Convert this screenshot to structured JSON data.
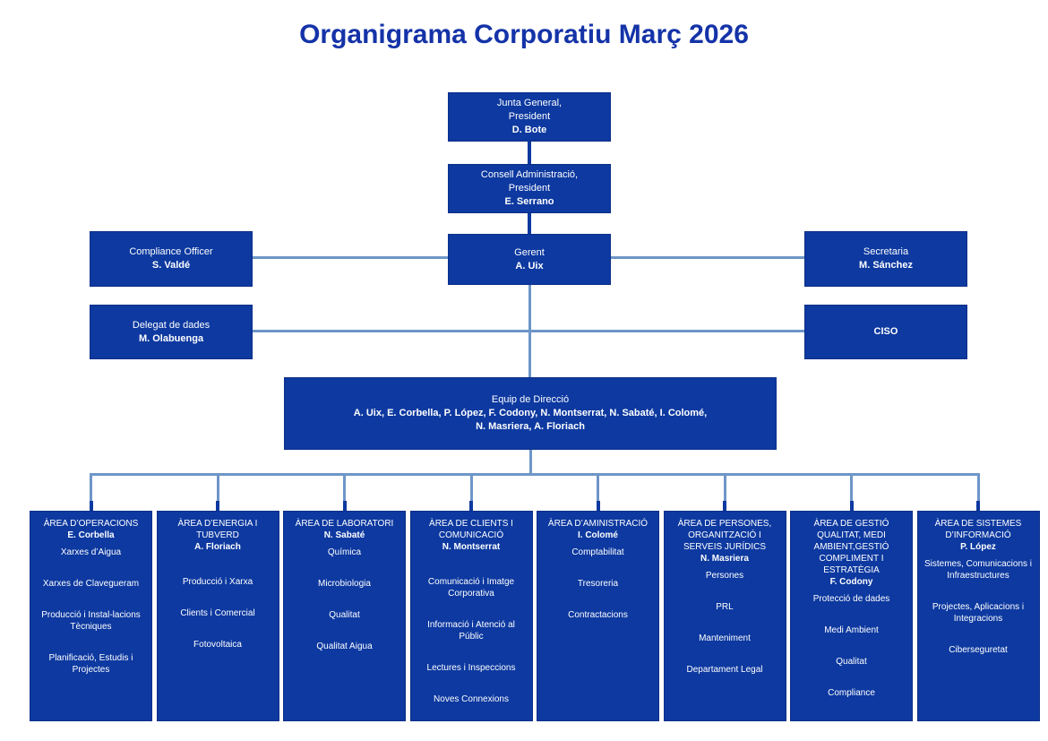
{
  "title": "Organigrama Corporatiu Març 2026",
  "colors": {
    "box_fill": "#0d39a0",
    "connector_line": "#6e96c8",
    "title_text": "#1433a8",
    "box_text": "#ffffff"
  },
  "nodes": {
    "junta": {
      "role": "Junta General,",
      "subrole": "President",
      "name": "D. Bote"
    },
    "consell": {
      "role": "Consell Administració,",
      "subrole": "President",
      "name": "E. Serrano"
    },
    "gerent": {
      "role": "Gerent",
      "name": "A. Uix"
    },
    "compliance": {
      "role": "Compliance Officer",
      "name": "S. Valdé"
    },
    "secretaria": {
      "role": "Secretaria",
      "name": "M. Sánchez"
    },
    "delegat": {
      "role": "Delegat de dades",
      "name": "M. Olabuenga"
    },
    "ciso": {
      "name": "CISO"
    },
    "equip": {
      "role": "Equip de Direcció",
      "name_line1": "A. Uix, E. Corbella, P. López, F. Codony, N. Montserrat, N. Sabaté, I. Colomé,",
      "name_line2": "N. Masriera, A. Floriach"
    }
  },
  "departments": [
    {
      "title": "ÀREA D’OPERACIONS",
      "head": "E. Corbella",
      "extra_space": false,
      "items": [
        "Xarxes d’Aigua",
        "Xarxes de Clavegueram",
        "Producció i Instal-lacions Tècniques",
        "Planificació, Estudis i Projectes"
      ]
    },
    {
      "title": "ÀREA D’ENERGIA I TUBVERD",
      "head": "A. Floriach",
      "extra_space": true,
      "items": [
        "Producció i Xarxa",
        "Clients i Comercial",
        "Fotovoltaica"
      ]
    },
    {
      "title": "ÀREA DE LABORATORI",
      "head": "N. Sabaté",
      "extra_space": false,
      "items": [
        "Química",
        "Microbiologia",
        "Qualitat",
        "Qualitat Aigua"
      ]
    },
    {
      "title": "ÀREA DE CLIENTS I COMUNICACIÓ",
      "head": "N. Montserrat",
      "extra_space": true,
      "items": [
        "Comunicació i Imatge Corporativa",
        "Informació i Atenció al Públic",
        "Lectures i Inspeccions",
        "Noves Connexions"
      ]
    },
    {
      "title": "ÀREA D’AMINISTRACIÓ",
      "head": "I. Colomé",
      "extra_space": false,
      "items": [
        "Comptabilitat",
        "Tresoreria",
        "Contractacions"
      ]
    },
    {
      "title": "ÀREA DE PERSONES, ORGANITZACIÓ I SERVEIS JURÍDICS",
      "head": "N. Masriera",
      "extra_space": false,
      "items": [
        "Persones",
        "PRL",
        "Manteniment",
        "Departament Legal"
      ]
    },
    {
      "title": "ÀREA DE GESTIÓ QUALITAT, MEDI AMBIENT,GESTIÓ COMPLIMENT I ESTRATÈGIA",
      "head": "F. Codony",
      "extra_space": false,
      "items": [
        "Protecció de dades",
        "Medi Ambient",
        "Qualitat",
        "Compliance"
      ]
    },
    {
      "title": "ÀREA DE SISTEMES D’INFORMACIÓ",
      "head": "P. López",
      "extra_space": false,
      "items": [
        "Sistemes, Comunicacions i Infraestructures",
        "Projectes, Aplicacions i Integracions",
        "Ciberseguretat"
      ]
    }
  ]
}
